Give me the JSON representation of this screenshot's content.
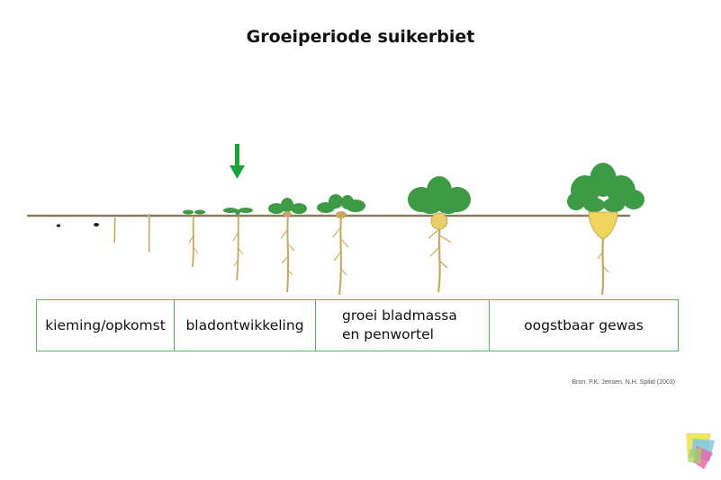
{
  "title": "Groeiperiode suikerbiet",
  "stages": [
    {
      "label": "kieming/opkomst"
    },
    {
      "label": "bladontwikkeling"
    },
    {
      "label": "groei bladmassa\nen penwortel"
    },
    {
      "label": "oogstbaar gewas"
    }
  ],
  "source": "Bron: P.K. Jensen, N.H. Spliid (2003)",
  "colors": {
    "leaf": "#3d9a45",
    "root": "#c9a85c",
    "ground": "#8a7a60",
    "border": "#5cb85c",
    "arrow": "#1aa33a"
  },
  "icons": [
    "down-arrow-icon",
    "logo-icon"
  ]
}
